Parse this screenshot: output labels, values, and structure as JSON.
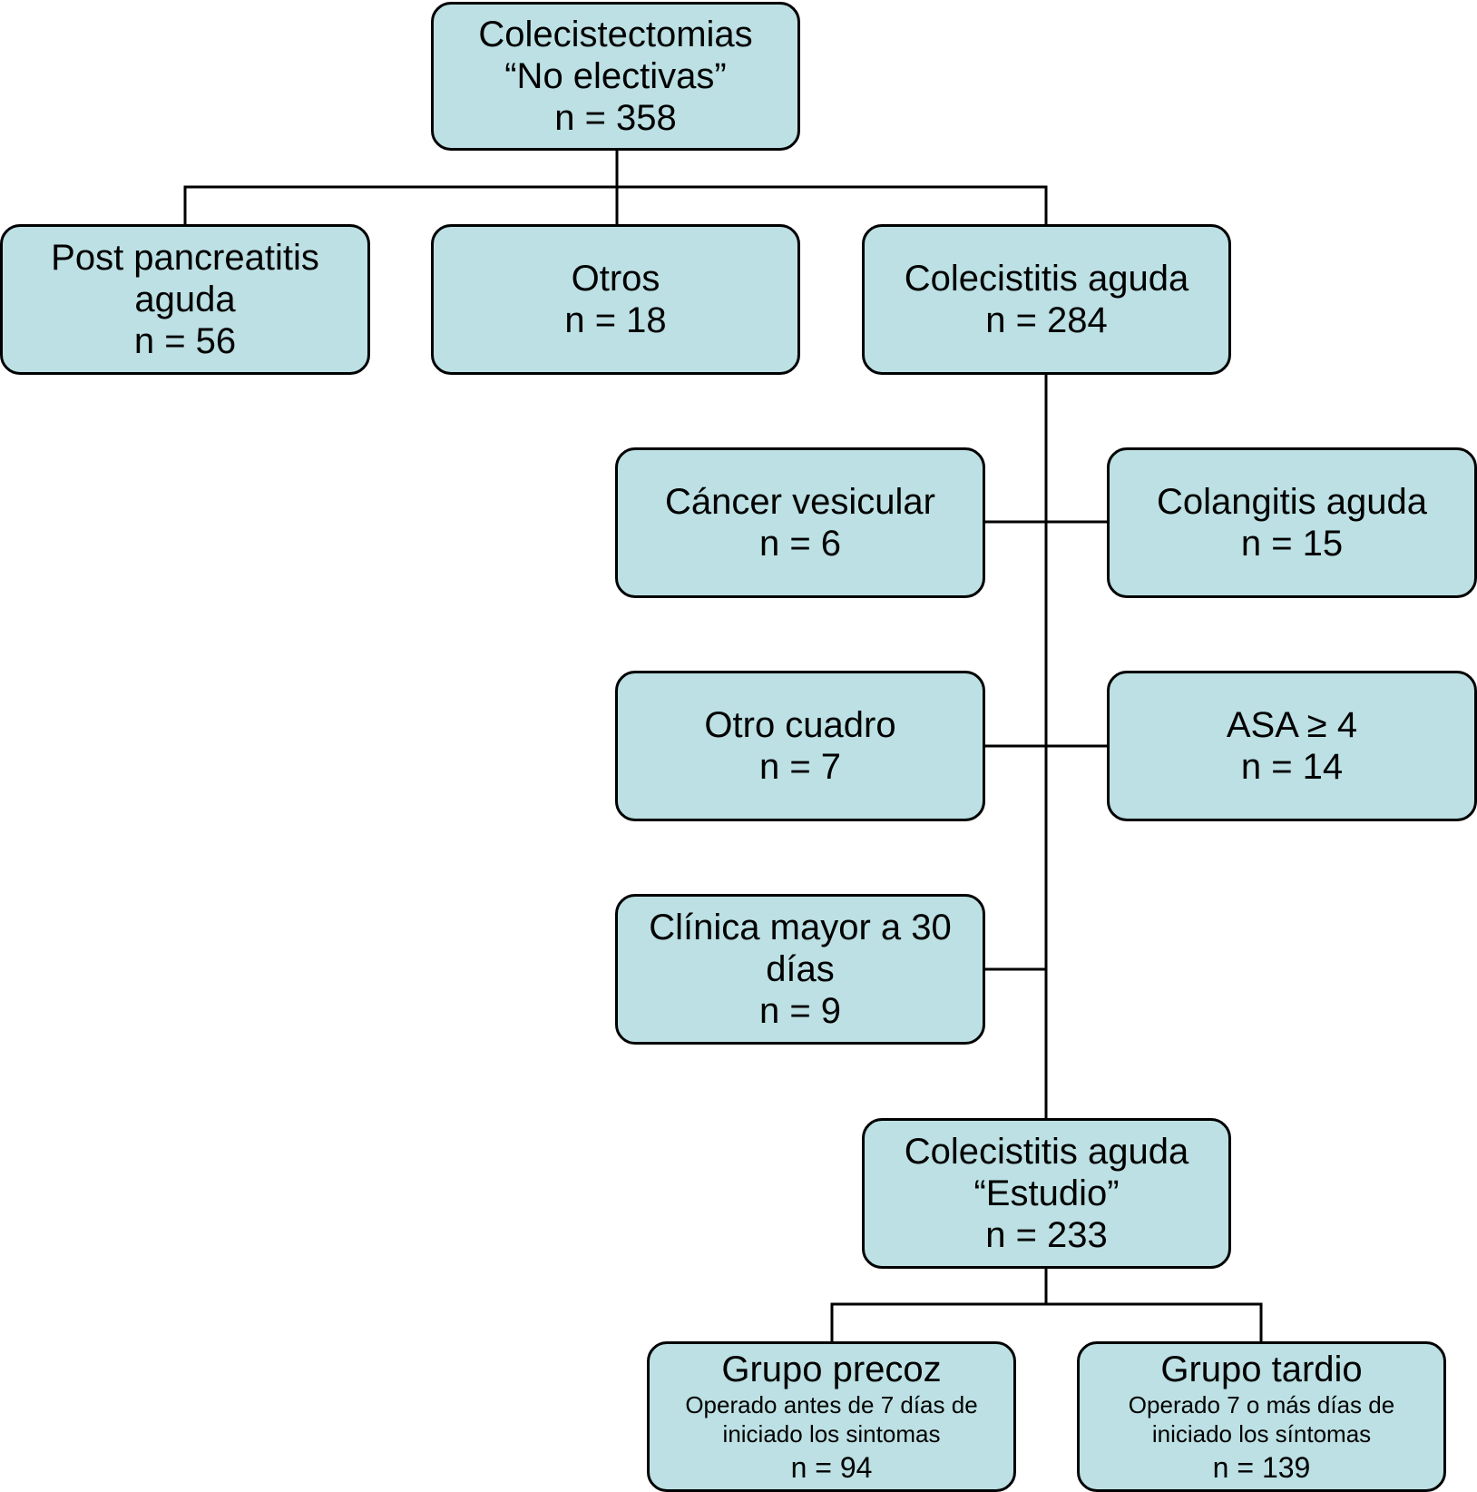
{
  "diagram": {
    "nodes": {
      "root": {
        "line1": "Colecistectomias",
        "line2": "“No electivas”",
        "count": "n = 358"
      },
      "post_pancreatitis": {
        "line1": "Post pancreatitis",
        "line2": "aguda",
        "count": "n = 56"
      },
      "otros": {
        "line1": "Otros",
        "count": "n = 18"
      },
      "colecistitis_aguda": {
        "line1": "Colecistitis aguda",
        "count": "n = 284"
      },
      "cancer_vesicular": {
        "line1": "Cáncer vesicular",
        "count": "n = 6"
      },
      "colangitis_aguda": {
        "line1": "Colangitis aguda",
        "count": "n = 15"
      },
      "otro_cuadro": {
        "line1": "Otro cuadro",
        "count": "n = 7"
      },
      "asa": {
        "line1": "ASA ≥ 4",
        "count": "n = 14"
      },
      "clinica_mayor": {
        "line1": "Clínica mayor a 30",
        "line2": "días",
        "count": "n = 9"
      },
      "estudio": {
        "line1": "Colecistitis aguda",
        "line2": "“Estudio”",
        "count": "n = 233"
      },
      "grupo_precoz": {
        "line1": "Grupo precoz",
        "detail1": "Operado antes de 7 días de",
        "detail2": "iniciado los sintomas",
        "count": "n = 94"
      },
      "grupo_tardio": {
        "line1": "Grupo  tardio",
        "detail1": "Operado 7 o más días de",
        "detail2": "iniciado los síntomas",
        "count": "n = 139"
      }
    }
  }
}
